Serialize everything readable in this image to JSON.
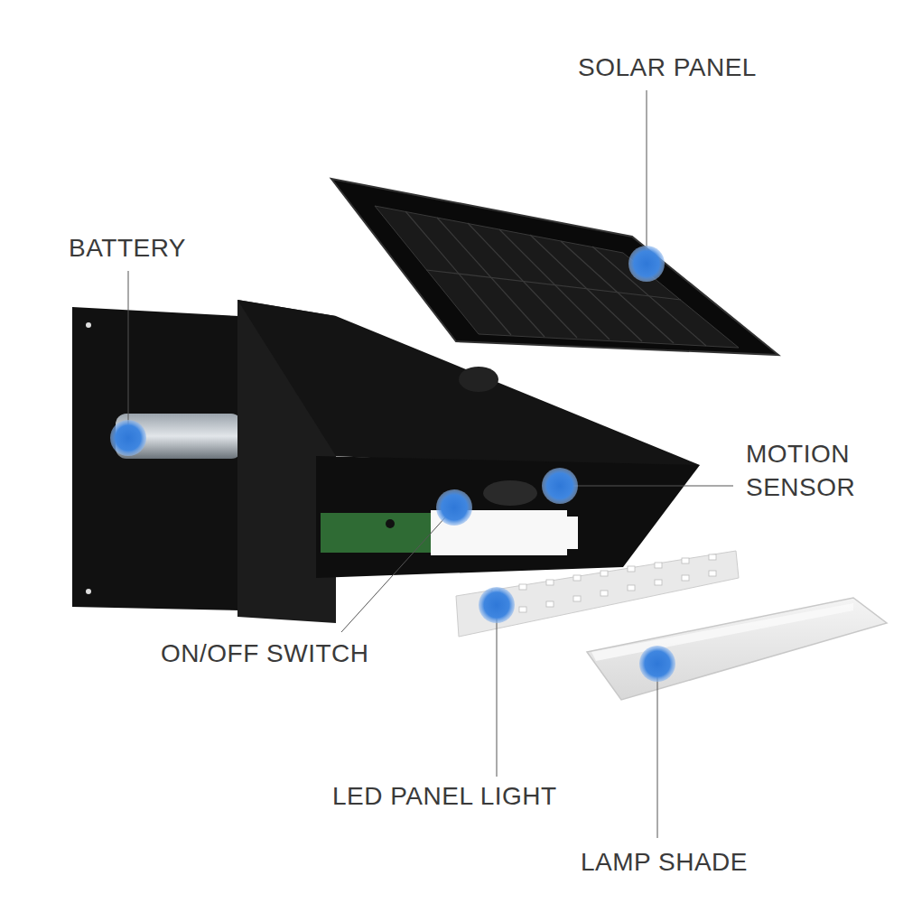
{
  "diagram": {
    "labels": [
      "SOLAR PANEL",
      "BATTERY",
      "MOTION SENSOR",
      "ON/OFF SWITCH",
      "LED PANEL LIGHT",
      "LAMP SHADE"
    ]
  }
}
